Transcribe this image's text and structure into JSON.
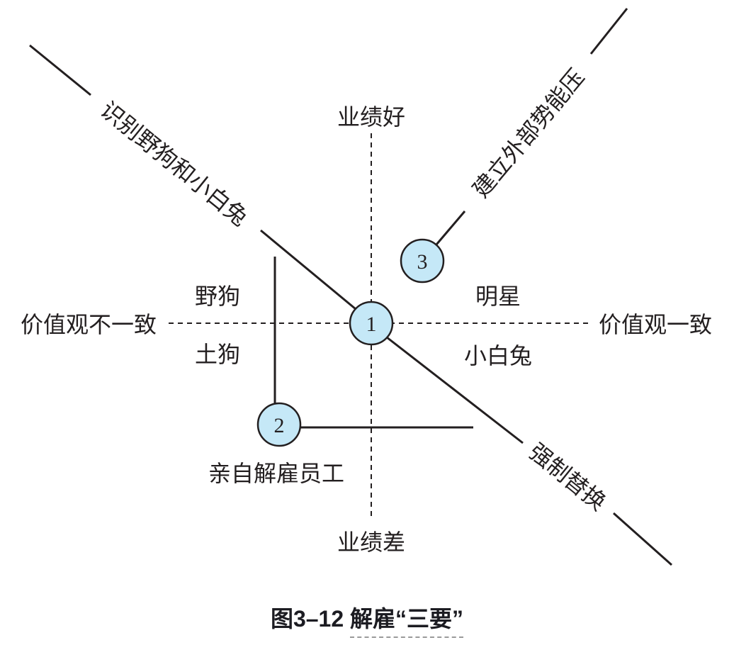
{
  "diagram": {
    "axes": {
      "top": "业绩好",
      "bottom": "业绩差",
      "left": "价值观不一致",
      "right": "价值观一致"
    },
    "quadrants": {
      "upper_left": "野狗",
      "lower_left": "土狗",
      "upper_right": "明星",
      "lower_right": "小白兔"
    },
    "steps": [
      {
        "number": "1",
        "label": "识别野狗和小白兔",
        "label2": "强制替换"
      },
      {
        "number": "2",
        "label": "亲自解雇员工"
      },
      {
        "number": "3",
        "label": "建立外部势能压"
      }
    ],
    "colors": {
      "circle_fill": "#c5e8f7",
      "line": "#231f20"
    }
  },
  "caption": {
    "figure": "图3–12",
    "title": "解雇“三要”"
  }
}
